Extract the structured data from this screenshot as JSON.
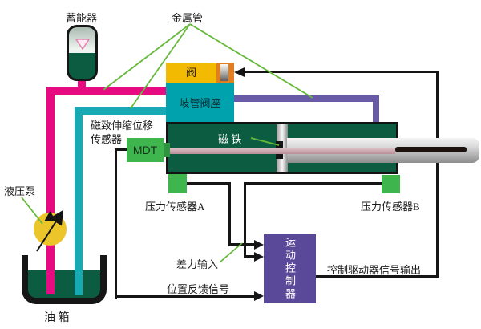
{
  "colors": {
    "pink_pipe": "#e60b80",
    "cyan_pipe": "#18aab4",
    "purple_pipe": "#685aa5",
    "dark_green": "#0b5c40",
    "teal_manifold": "#00a3ad",
    "valve_yellow": "#f2ba00",
    "valve_orange": "#e07f1f",
    "bright_green": "#3eb54d",
    "controller_purple": "#5a4899",
    "pump_yellow": "#ecc52a",
    "pointer_green": "#66b93b",
    "wire_black": "#151515"
  },
  "labels": {
    "accumulator": "蓄能器",
    "metal_pipe": "金属管",
    "valve": "阀",
    "manifold": "岐管阀座",
    "displacement_sensor_line1": "磁致伸缩位移",
    "displacement_sensor_line2": "传感器",
    "mdt": "MDT",
    "magnet": "磁 铁",
    "pressure_sensor_a": "压力传感器A",
    "pressure_sensor_b": "压力传感器B",
    "hydraulic_pump": "液压泵",
    "oil_tank": "油 箱",
    "differential_input": "差力输入",
    "position_feedback": "位置反馈信号",
    "motion_controller": "运动控制器",
    "drive_output": "控制驱动器信号输出"
  }
}
